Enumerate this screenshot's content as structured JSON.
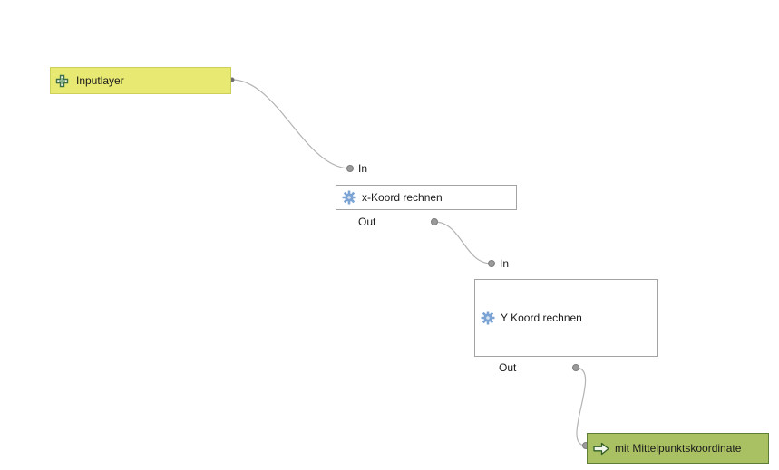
{
  "nodes": {
    "inputlayer": {
      "label": "Inputlayer",
      "type": "input"
    },
    "x_koord": {
      "label": "x-Koord rechnen",
      "type": "algorithm",
      "in_label": "In",
      "out_label": "Out"
    },
    "y_koord": {
      "label": "Y Koord rechnen",
      "type": "algorithm",
      "in_label": "In",
      "out_label": "Out"
    },
    "output": {
      "label": "mit Mittelpunktskoordinate",
      "type": "output"
    }
  },
  "connections": [
    {
      "from": "inputlayer",
      "to": "x_koord"
    },
    {
      "from": "x_koord",
      "to": "y_koord"
    },
    {
      "from": "y_koord",
      "to": "output"
    }
  ],
  "icons": {
    "input": "add-input-icon",
    "algorithm": "gear-icon",
    "output": "output-arrow-icon"
  },
  "colors": {
    "canvas_bg": "#ffffff",
    "input_fill": "#e8e972",
    "input_border": "#cdcf5a",
    "algo_fill": "#ffffff",
    "algo_border": "#a3a3a3",
    "output_fill": "#aac163",
    "output_border": "#5e7e35",
    "connector": "#b3b3b3",
    "port_fill": "#9a9a9a",
    "port_stroke": "#7d7d7d",
    "text": "#1a1a1a"
  }
}
